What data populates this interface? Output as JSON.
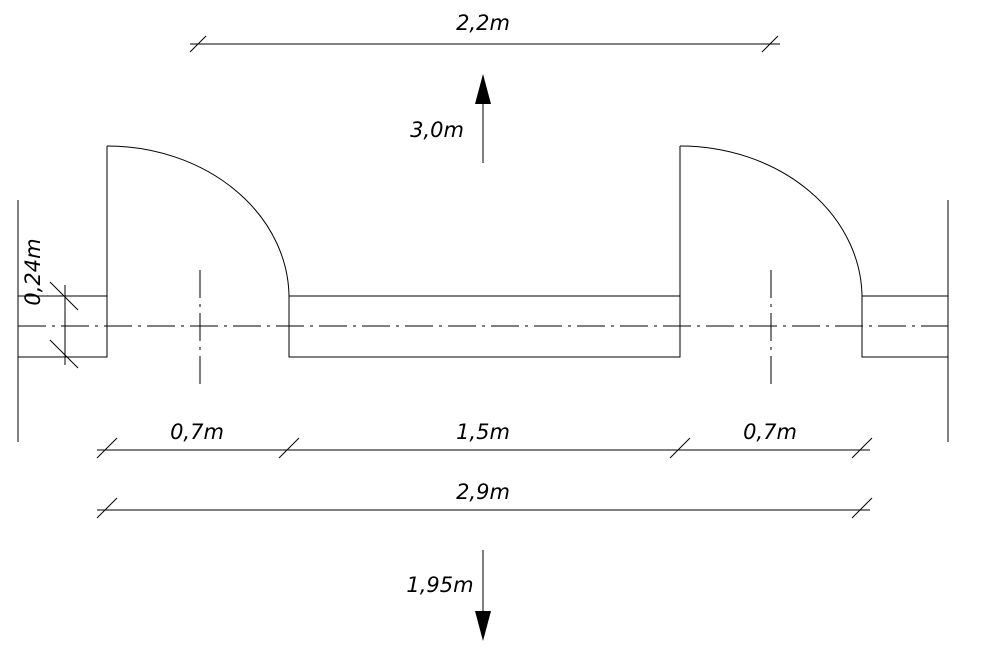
{
  "title": "Door opening plan",
  "dimensions": {
    "top_width": "2,2m",
    "height_up": "3,0m",
    "wall_thickness": "0,24m",
    "left_door": "0,7m",
    "middle_wall": "1,5m",
    "right_door": "0,7m",
    "total_width": "2,9m",
    "depth_down": "1,95m"
  }
}
